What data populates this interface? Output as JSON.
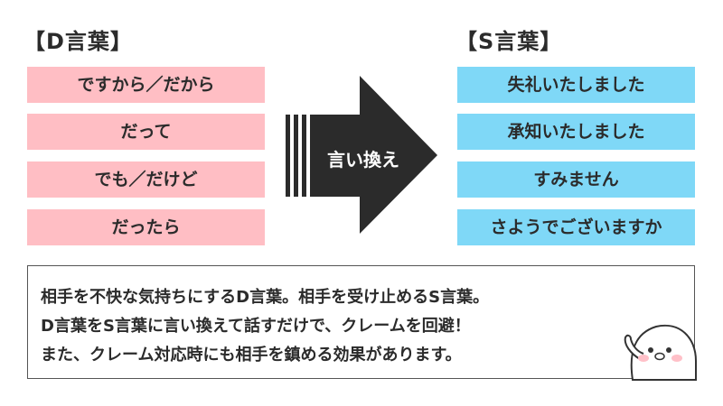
{
  "left": {
    "heading": "【D言葉】",
    "items": [
      "ですから／だから",
      "だって",
      "でも／だけど",
      "だったら"
    ]
  },
  "right": {
    "heading": "【S言葉】",
    "items": [
      "失礼いたしました",
      "承知いたしました",
      "すみません",
      "さようでございますか"
    ]
  },
  "arrow": {
    "label": "言い換え"
  },
  "note": {
    "lines": [
      "相手を不快な気持ちにするD言葉。相手を受け止めるS言葉。",
      "D言葉をS言葉に言い換えて話すだけで、クレームを回避！",
      "また、クレーム対応時にも相手を鎮める効果があります。"
    ]
  },
  "colors": {
    "pink_box": "#ffbec4",
    "blue_box": "#7fd8f7",
    "arrow": "#2b2b2b"
  },
  "icons": {
    "mascot": "seal-mascot-icon"
  }
}
